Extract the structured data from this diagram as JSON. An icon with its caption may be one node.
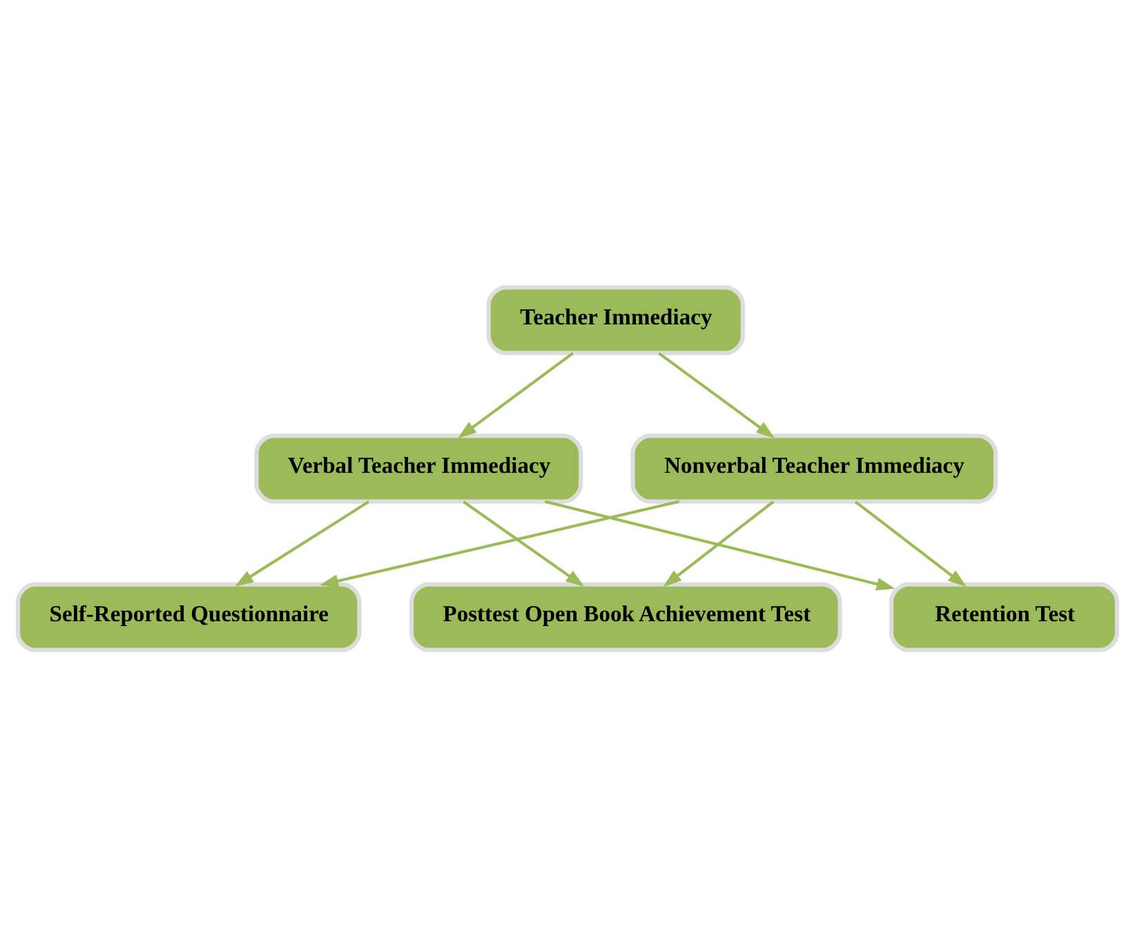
{
  "diagram": {
    "nodes": [
      {
        "text": [
          "Teacher Immediacy"
        ]
      },
      {
        "text": [
          "Verbal Teacher Immediacy"
        ]
      },
      {
        "text": [
          "Nonverbal Teacher Immediacy"
        ]
      },
      {
        "text": [
          "Self-Reported Questionnaire"
        ]
      },
      {
        "text": [
          "Posttest Open Book Achievement Test"
        ]
      },
      {
        "text": [
          "Retention Test"
        ]
      }
    ],
    "edges": [
      {
        "from": 0,
        "to": 1,
        "arrow": "to"
      },
      {
        "from": 0,
        "to": 2,
        "arrow": "to"
      },
      {
        "from": 1,
        "to": 3,
        "arrow": "to"
      },
      {
        "from": 1,
        "to": 4,
        "arrow": "to"
      },
      {
        "from": 1,
        "to": 5,
        "arrow": "to"
      },
      {
        "from": 2,
        "to": 3,
        "arrow": "to"
      },
      {
        "from": 2,
        "to": 4,
        "arrow": "to"
      },
      {
        "from": 2,
        "to": 5,
        "arrow": "to"
      }
    ]
  }
}
